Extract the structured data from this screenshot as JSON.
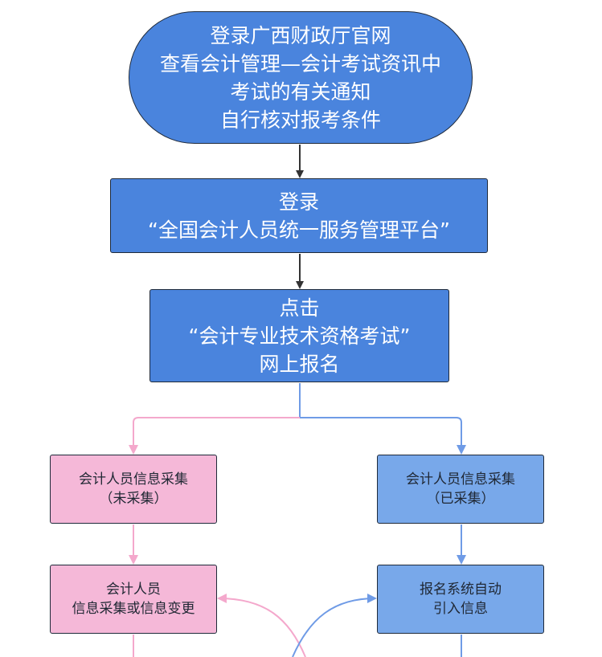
{
  "nodes": {
    "start": {
      "lines": [
        "登录广西财政厅官网",
        "查看会计管理—会计考试资讯中",
        "考试的有关通知",
        "自行核对报考条件"
      ]
    },
    "login": {
      "lines": [
        "登录",
        "“全国会计人员统一服务管理平台”"
      ]
    },
    "click": {
      "lines": [
        "点击",
        "“会计专业技术资格考试”",
        "网上报名"
      ]
    },
    "left1": {
      "lines": [
        "会计人员信息采集",
        "（未采集）"
      ]
    },
    "right1": {
      "lines": [
        "会计人员信息采集",
        "（已采集）"
      ]
    },
    "left2": {
      "lines": [
        "会计人员",
        "信息采集或信息变更"
      ]
    },
    "right2": {
      "lines": [
        "报名系统自动",
        "引入信息"
      ]
    }
  },
  "colors": {
    "dark_blue_fill": "#4a84dd",
    "light_blue_fill": "#78a8ea",
    "pink_fill": "#f5b8d8",
    "pink_edge": "#f4a8cc",
    "blue_edge": "#6f9be6",
    "dark_edge": "#333333"
  }
}
